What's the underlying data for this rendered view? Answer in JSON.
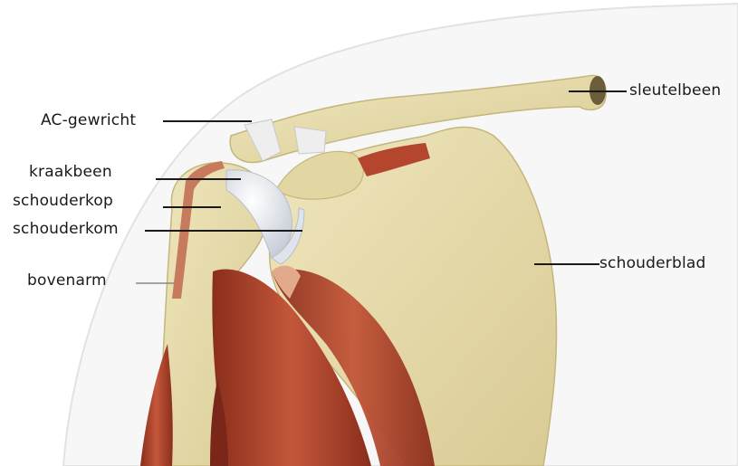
{
  "labels": {
    "ac_joint": "AC-gewricht",
    "clavicle": "sleutelbeen",
    "cartilage": "kraakbeen",
    "humeral_head": "schouderkop",
    "glenoid": "schouderkom",
    "scapula": "schouderblad",
    "upper_arm": "bovenarm"
  },
  "colors": {
    "bone": "#e6dcae",
    "bone_shadow": "#cfc28a",
    "muscle": "#b4462e",
    "muscle_dark": "#8a2e1c",
    "cartilage": "#e4e8ef",
    "skin_outline": "#e2e2e2",
    "leader_line": "#1a1a1a"
  }
}
